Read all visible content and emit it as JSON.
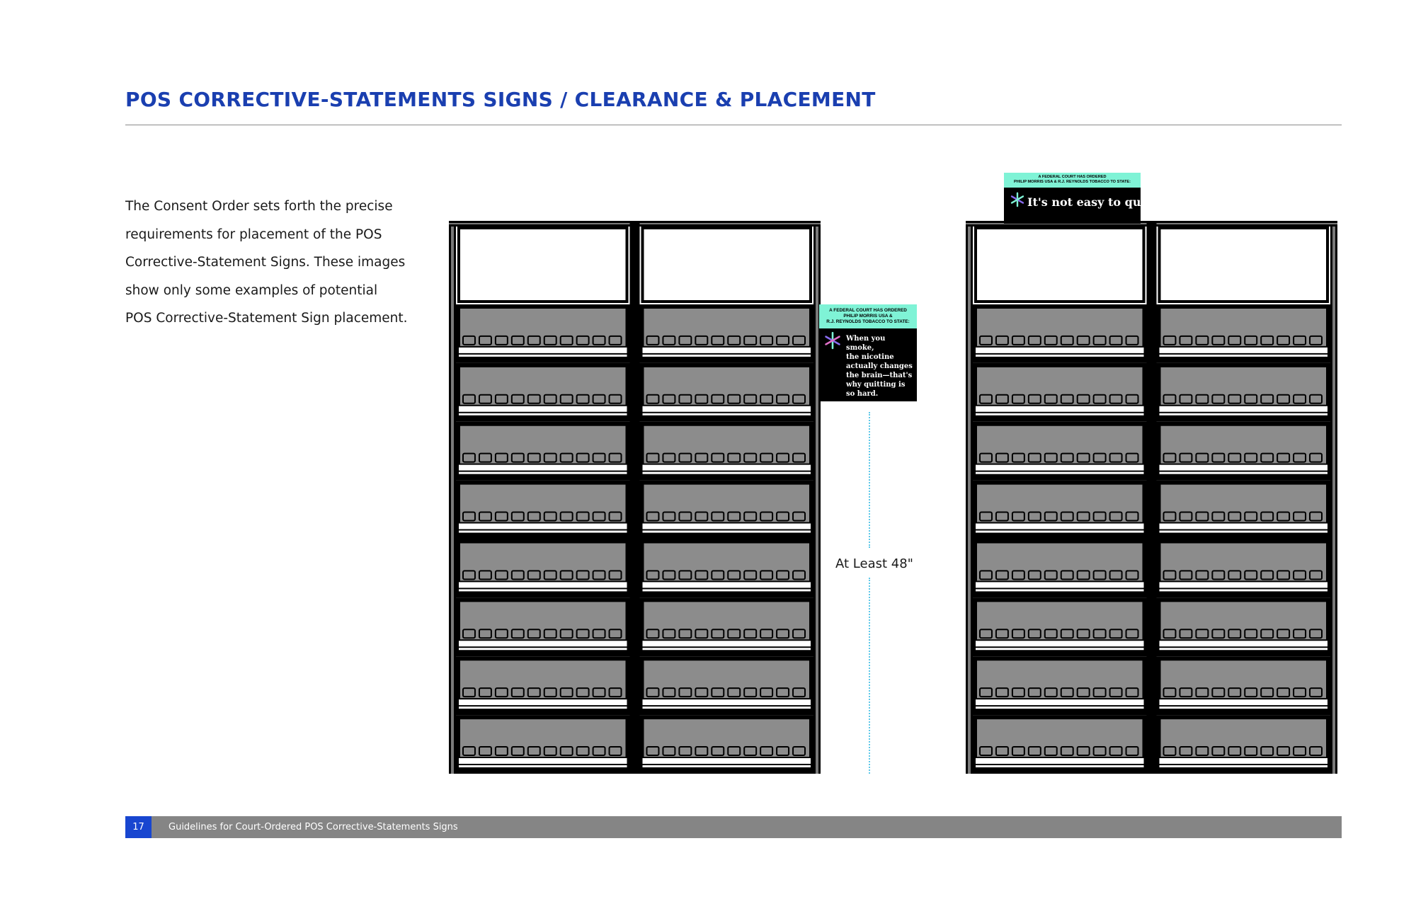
{
  "header": {
    "title": "POS CORRECTIVE-STATEMENTS SIGNS / CLEARANCE & PLACEMENT"
  },
  "body": {
    "lines": [
      "The Consent Order sets forth the precise",
      "requirements for placement of the POS",
      "Corrective-Statement Signs. These images",
      "show only some examples of potential",
      "POS Corrective-Statement Sign placement."
    ]
  },
  "illustration": {
    "shelf_rows": 8,
    "columns_per_fixture": 2,
    "colors": {
      "frame": "#000000",
      "post": "#7a7a7a",
      "shelf_fill": "#8c8c8c",
      "sign_header": "#7ff3d6",
      "clearance_line": "#5ec8e8",
      "star_colors": [
        "#7ff3d6",
        "#8a6cf0",
        "#e070c8"
      ]
    },
    "sign_top": {
      "header_lines": [
        "A FEDERAL COURT HAS ORDERED",
        "PHILIP MORRIS USA & R.J. REYNOLDS TOBACCO TO STATE:"
      ],
      "message": "It's not easy to quit.",
      "icon": "asterisk-star-icon"
    },
    "sign_side": {
      "header_lines": [
        "A FEDERAL COURT HAS ORDERED",
        "PHILIP MORRIS USA &",
        "R.J. REYNOLDS TOBACCO TO STATE:"
      ],
      "message_lines": [
        "When you smoke,",
        "the nicotine",
        "actually changes",
        "the brain—that's",
        "why quitting is",
        "so hard."
      ],
      "icon": "asterisk-star-icon"
    },
    "clearance_label": "At Least 48\""
  },
  "footer": {
    "page_number": "17",
    "text": "Guidelines for Court-Ordered POS Corrective-Statements Signs"
  }
}
